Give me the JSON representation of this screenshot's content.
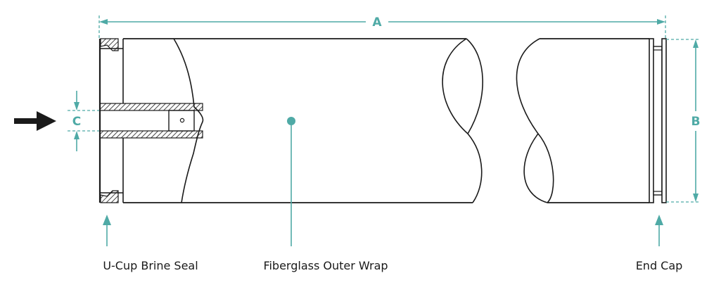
{
  "colors": {
    "accent": "#4faaa6",
    "line": "#1a1a1a",
    "hatch": "#1a1a1a",
    "background": "#ffffff"
  },
  "dimensions": {
    "a": "A",
    "b": "B",
    "c": "C"
  },
  "callouts": {
    "ucup": "U-Cup Brine Seal",
    "wrap": "Fiberglass Outer Wrap",
    "endcap": "End Cap"
  },
  "icons": {
    "flow": "flow-arrow-icon",
    "dimension": "dimension-arrow-icon",
    "callout": "callout-arrow-icon"
  }
}
